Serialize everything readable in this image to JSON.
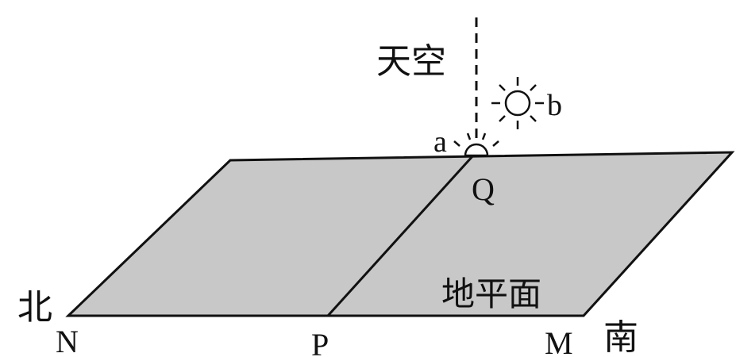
{
  "labels": {
    "sky": "天空",
    "horizon_plane": "地平面",
    "north": "北",
    "south": "南",
    "point_n": "N",
    "point_p": "P",
    "point_m": "M",
    "point_q": "Q",
    "sun_a": "a",
    "sun_b": "b"
  },
  "colors": {
    "plane_fill": "#c8c8c8",
    "stroke": "#111111",
    "sun_fill": "#ffffff"
  },
  "icons": {
    "sun_rising": "sun-half-icon",
    "sun_up": "sun-icon"
  }
}
